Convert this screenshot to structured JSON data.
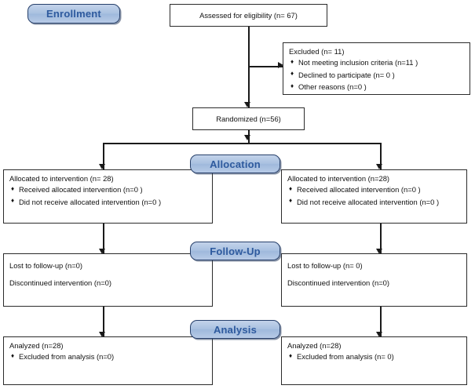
{
  "diagram": {
    "title": "CONSORT participant flow diagram",
    "colors": {
      "banner_fill": "#a9c1e0",
      "banner_border": "#27406b",
      "banner_text": "#2e5a9e",
      "box_border": "#2b2b2b",
      "connector": "#1a1a1a",
      "background": "#ffffff"
    }
  },
  "stages": {
    "enrollment": "Enrollment",
    "allocation": "Allocation",
    "followup": "Follow-Up",
    "analysis": "Analysis"
  },
  "nodes": {
    "assessed": {
      "text": "Assessed for eligibility (n= 67)"
    },
    "excluded": {
      "title": "Excluded (n= 11)",
      "items": [
        "Not meeting inclusion criteria (n=11 )",
        "Declined to participate (n= 0 )",
        "Other reasons (n=0  )"
      ]
    },
    "randomized": {
      "text": "Randomized (n=56)"
    },
    "allocated_left": {
      "title": "Allocated to intervention (n= 28)",
      "items": [
        "Received allocated intervention (n=0  )",
        "Did not receive allocated intervention (n=0  )"
      ]
    },
    "allocated_right": {
      "title": "Allocated to intervention (n=28)",
      "items": [
        "Received allocated intervention (n=0  )",
        "Did not receive allocated intervention (n=0 )"
      ]
    },
    "followup_left": {
      "line1": "Lost to follow-up (n=0)",
      "line2": "Discontinued intervention (n=0)"
    },
    "followup_right": {
      "line1": "Lost to follow-up (n= 0)",
      "line2": "Discontinued intervention (n=0)"
    },
    "analysis_left": {
      "title": "Analyzed (n=28)",
      "items": [
        "Excluded from analysis (n=0)"
      ]
    },
    "analysis_right": {
      "title": "Analyzed (n=28)",
      "items": [
        "Excluded from analysis (n= 0)"
      ]
    }
  }
}
